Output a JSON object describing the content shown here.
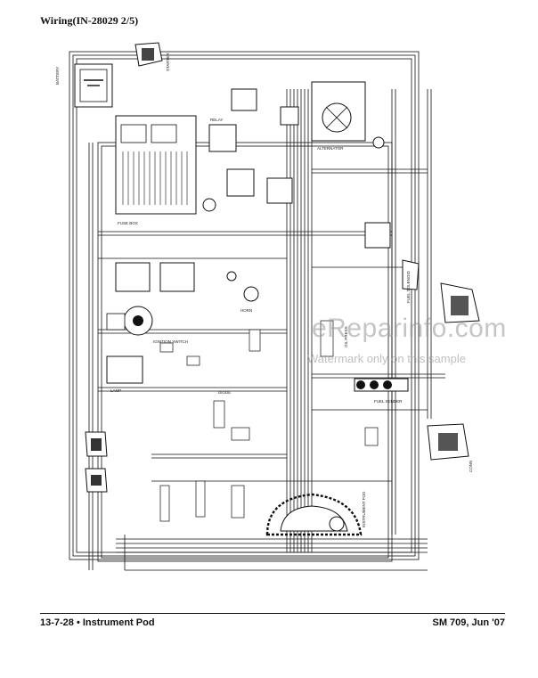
{
  "header": {
    "title": "Wiring(IN-28029 2/5)"
  },
  "footer": {
    "left": "13-7-28 • Instrument Pod",
    "right": "SM 709, Jun '07"
  },
  "watermark": {
    "brand": "eReparinfo.com",
    "note": "Watermark only on this sample"
  },
  "components": [
    "BATTERY",
    "FUSE BOX",
    "RELAY",
    "STARTER",
    "ALTERNATOR",
    "IGNITION SWITCH",
    "INSTRUMENT POD",
    "FUEL SENDER",
    "FUEL SOLENOID",
    "OIL PRESS",
    "HORN",
    "DIODE",
    "LAMP",
    "CONN"
  ]
}
